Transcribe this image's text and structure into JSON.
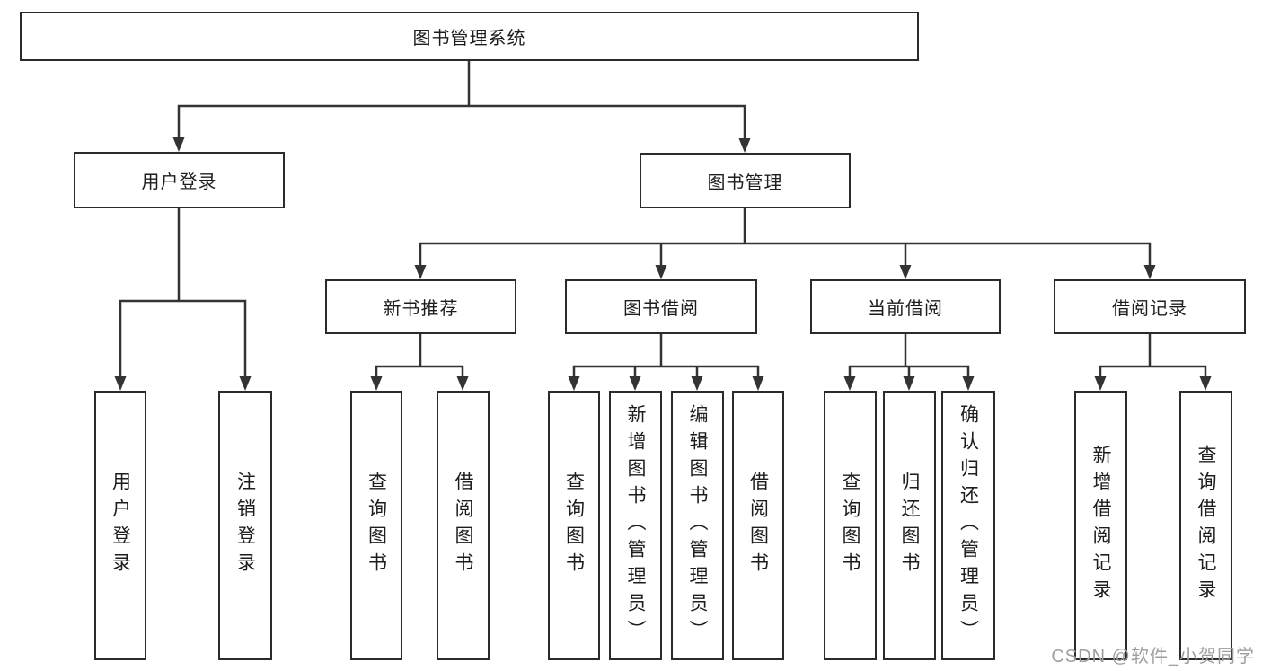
{
  "diagram": {
    "type": "hierarchy-tree",
    "orientation": "top-down"
  },
  "colors": {
    "line": "#333333",
    "box_border": "#2b2b2b",
    "text": "#1d1d1d",
    "watermark": "#9e9e9e",
    "background": "#ffffff"
  },
  "tree": {
    "label": "图书管理系统",
    "children": [
      {
        "label": "用户登录",
        "children": [
          {
            "label": "用户登录"
          },
          {
            "label": "注销登录"
          }
        ]
      },
      {
        "label": "图书管理",
        "children": [
          {
            "label": "新书推荐",
            "children": [
              {
                "label": "查询图书"
              },
              {
                "label": "借阅图书"
              }
            ]
          },
          {
            "label": "图书借阅",
            "children": [
              {
                "label": "查询图书"
              },
              {
                "label": "新增图书（管理员）"
              },
              {
                "label": "编辑图书（管理员）"
              },
              {
                "label": "借阅图书"
              }
            ]
          },
          {
            "label": "当前借阅",
            "children": [
              {
                "label": "查询图书"
              },
              {
                "label": "归还图书"
              },
              {
                "label": "确认归还（管理员）"
              }
            ]
          },
          {
            "label": "借阅记录",
            "children": [
              {
                "label": "新增借阅记录"
              },
              {
                "label": "查询借阅记录"
              }
            ]
          }
        ]
      }
    ]
  },
  "watermark": "CSDN @软件_小贺同学"
}
